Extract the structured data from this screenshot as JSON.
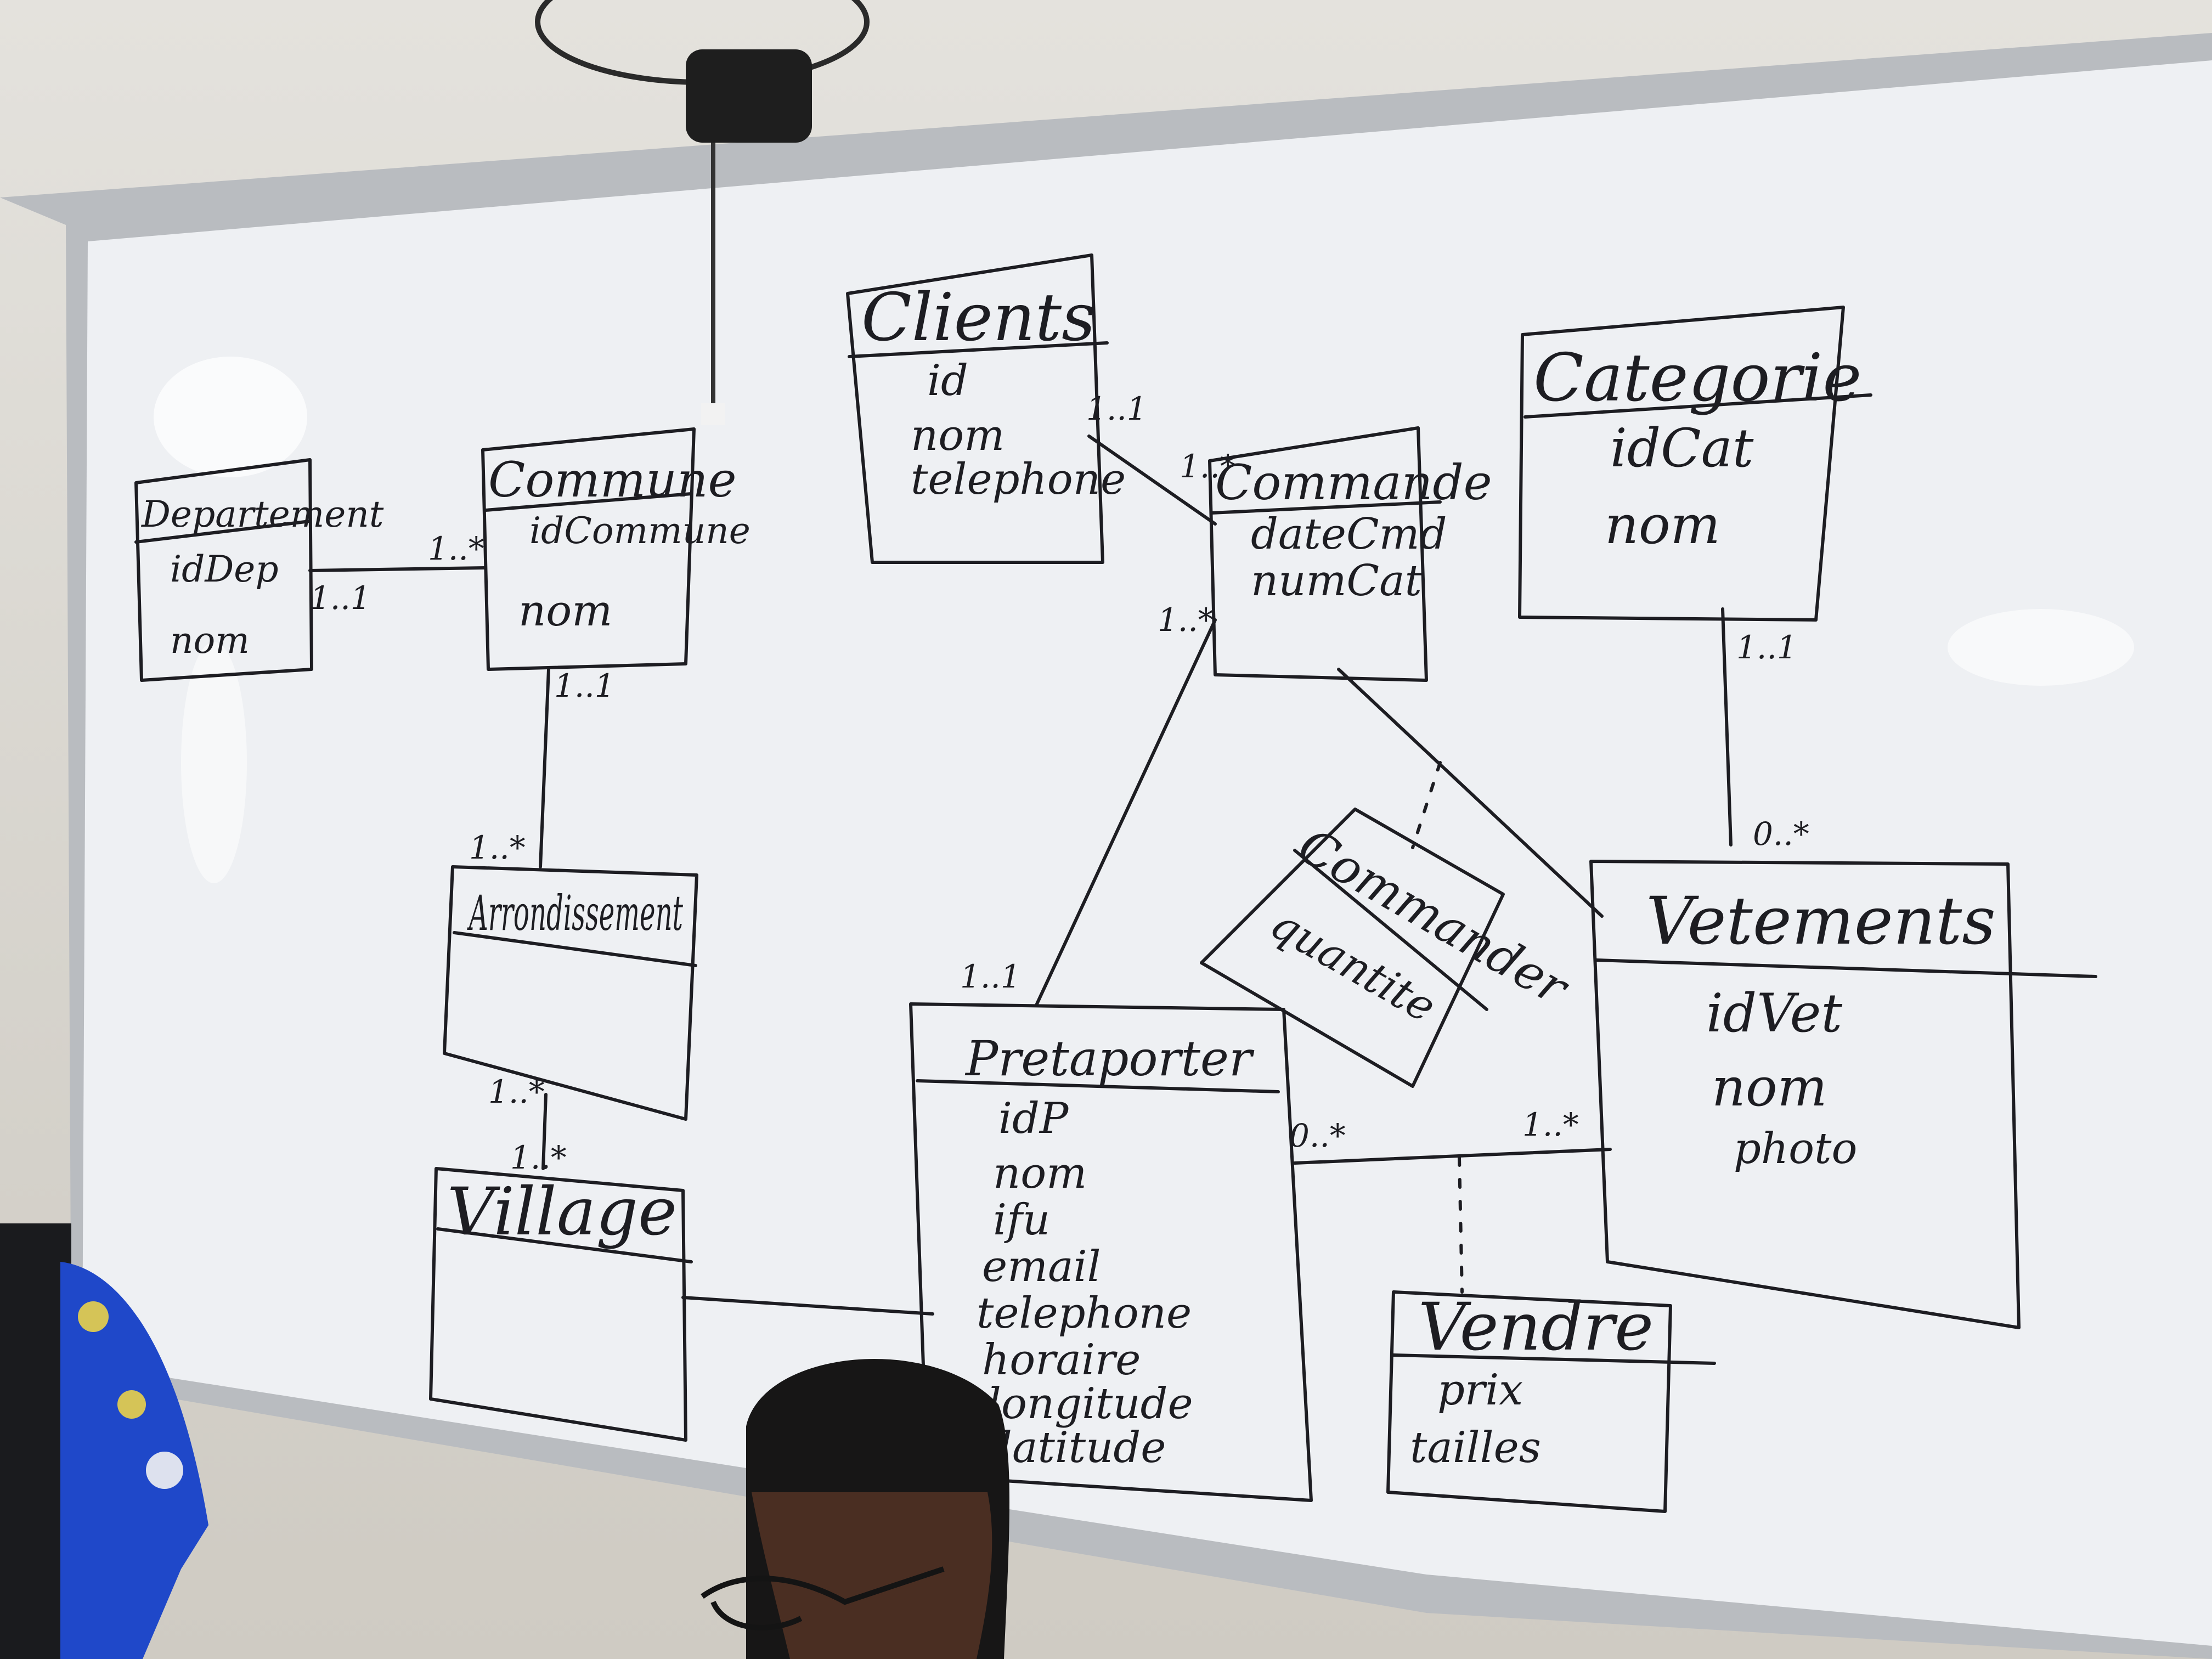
{
  "colors": {
    "board": "#eef0f3",
    "ink": "#1d1d22",
    "frame": "#b9bcc0",
    "wall": "#dcd9d2",
    "shirt": "#1f48c9"
  },
  "entities": {
    "departement": {
      "title": "Departement",
      "attrs": [
        "idDep",
        "nom"
      ]
    },
    "commune": {
      "title": "Commune",
      "attrs": [
        "idCommune",
        "nom"
      ]
    },
    "clients": {
      "title": "Clients",
      "attrs": [
        "id",
        "nom",
        "telephone"
      ]
    },
    "commande": {
      "title": "Commande",
      "attrs": [
        "dateCmd",
        "numCat"
      ]
    },
    "categorie": {
      "title": "Categorie",
      "attrs": [
        "idCat",
        "nom"
      ]
    },
    "arrondissement": {
      "title": "Arrondissement",
      "attrs": []
    },
    "village": {
      "title": "Village",
      "attrs": []
    },
    "pretaporter": {
      "title": "Pretaporter",
      "attrs": [
        "idP",
        "nom",
        "ifu",
        "email",
        "telephone",
        "horaire",
        "longitude",
        "latitude"
      ]
    },
    "vetements": {
      "title": "Vetements",
      "attrs": [
        "idVet",
        "nom",
        "photo"
      ]
    },
    "commander": {
      "title": "Commander",
      "attrs": [
        "quantite"
      ]
    },
    "vendre": {
      "title": "Vendre",
      "attrs": [
        "prix",
        "tailles"
      ]
    }
  },
  "multiplicities": {
    "dep_commune_dep": "1..1",
    "dep_commune_com": "1..*",
    "commune_arr_com": "1..1",
    "commune_arr_arr": "1..*",
    "arr_village_arr": "1..*",
    "arr_village_vil": "1..*",
    "clients_commande_cli": "1..1",
    "clients_commande_cmd": "1..*",
    "commande_pret_cmd": "1..*",
    "commande_pret_pret": "1..1",
    "categorie_vet_cat": "1..1",
    "categorie_vet_vet": "0..*",
    "pret_vet_pret": "0..*",
    "pret_vet_vet": "1..*"
  }
}
